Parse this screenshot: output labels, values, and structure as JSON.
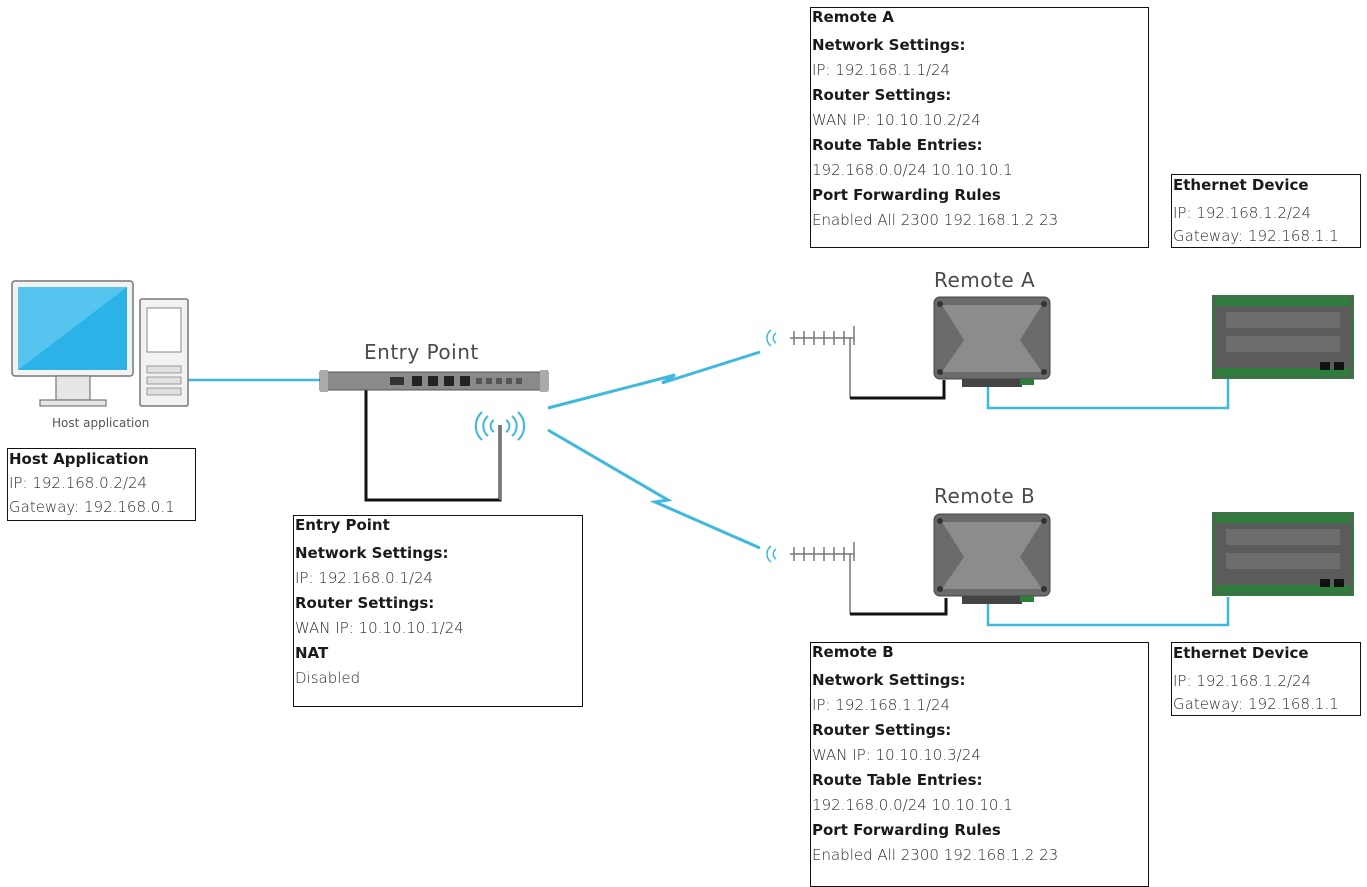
{
  "colors": {
    "link": "#3fb8de",
    "cable": "#111111",
    "box_border": "#111111",
    "device_gray": "#6b6b6b",
    "board_green": "#2f7d3c"
  },
  "labels": {
    "entry_point": "Entry Point",
    "remote_a": "Remote A",
    "remote_b": "Remote B",
    "host_caption": "Host application"
  },
  "host_box": {
    "title": "Host Application",
    "ip": "IP: 192.168.0.2/24",
    "gateway": "Gateway: 192.168.0.1"
  },
  "entry_box": {
    "title": "Entry Point",
    "network_h": "Network Settings:",
    "ip": "IP: 192.168.0.1/24",
    "router_h": "Router Settings:",
    "wan": "WAN IP: 10.10.10.1/24",
    "nat_h": "NAT",
    "nat_v": "Disabled"
  },
  "remote_a_box": {
    "title": "Remote A",
    "network_h": "Network Settings:",
    "ip": "IP: 192.168.1.1/24",
    "router_h": "Router Settings:",
    "wan": "WAN IP: 10.10.10.2/24",
    "route_h": "Route Table Entries:",
    "route_v": "192.168.0.0/24 10.10.10.1",
    "pf_h": "Port Forwarding Rules",
    "pf_v": "Enabled All 2300 192.168.1.2 23"
  },
  "remote_b_box": {
    "title": "Remote B",
    "network_h": "Network Settings:",
    "ip": "IP: 192.168.1.1/24",
    "router_h": "Router Settings:",
    "wan": "WAN IP: 10.10.10.3/24",
    "route_h": "Route Table Entries:",
    "route_v": "192.168.0.0/24 10.10.10.1",
    "pf_h": "Port Forwarding Rules",
    "pf_v": "Enabled All 2300 192.168.1.2 23"
  },
  "eth_a_box": {
    "title": "Ethernet Device",
    "ip": "IP: 192.168.1.2/24",
    "gateway": "Gateway: 192.168.1.1"
  },
  "eth_b_box": {
    "title": "Ethernet Device",
    "ip": "IP: 192.168.1.2/24",
    "gateway": "Gateway: 192.168.1.1"
  }
}
